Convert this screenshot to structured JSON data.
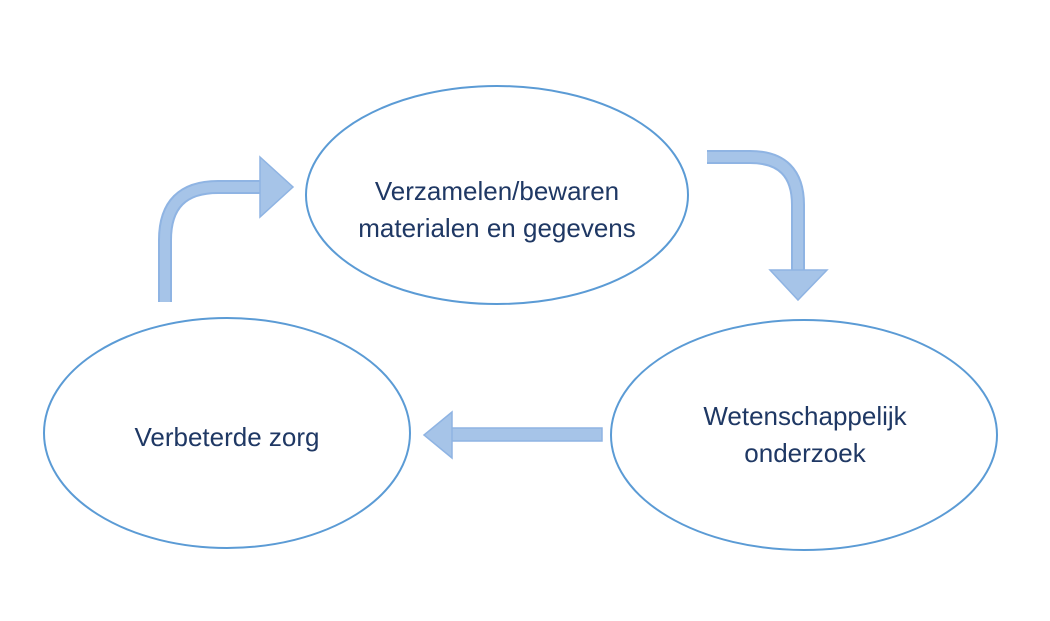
{
  "diagram": {
    "nodes": {
      "top": {
        "line1": "Verzamelen/bewaren",
        "line2": "materialen en gegevens"
      },
      "right": {
        "line1": "Wetenschappelijk",
        "line2": "onderzoek"
      },
      "left": {
        "line1": "Verbeterde zorg"
      }
    },
    "colors": {
      "ellipse_stroke": "#5b9bd5",
      "arrow_fill": "#a6c4e8",
      "arrow_stroke": "#8fb4e3",
      "text": "#1f3864"
    }
  }
}
